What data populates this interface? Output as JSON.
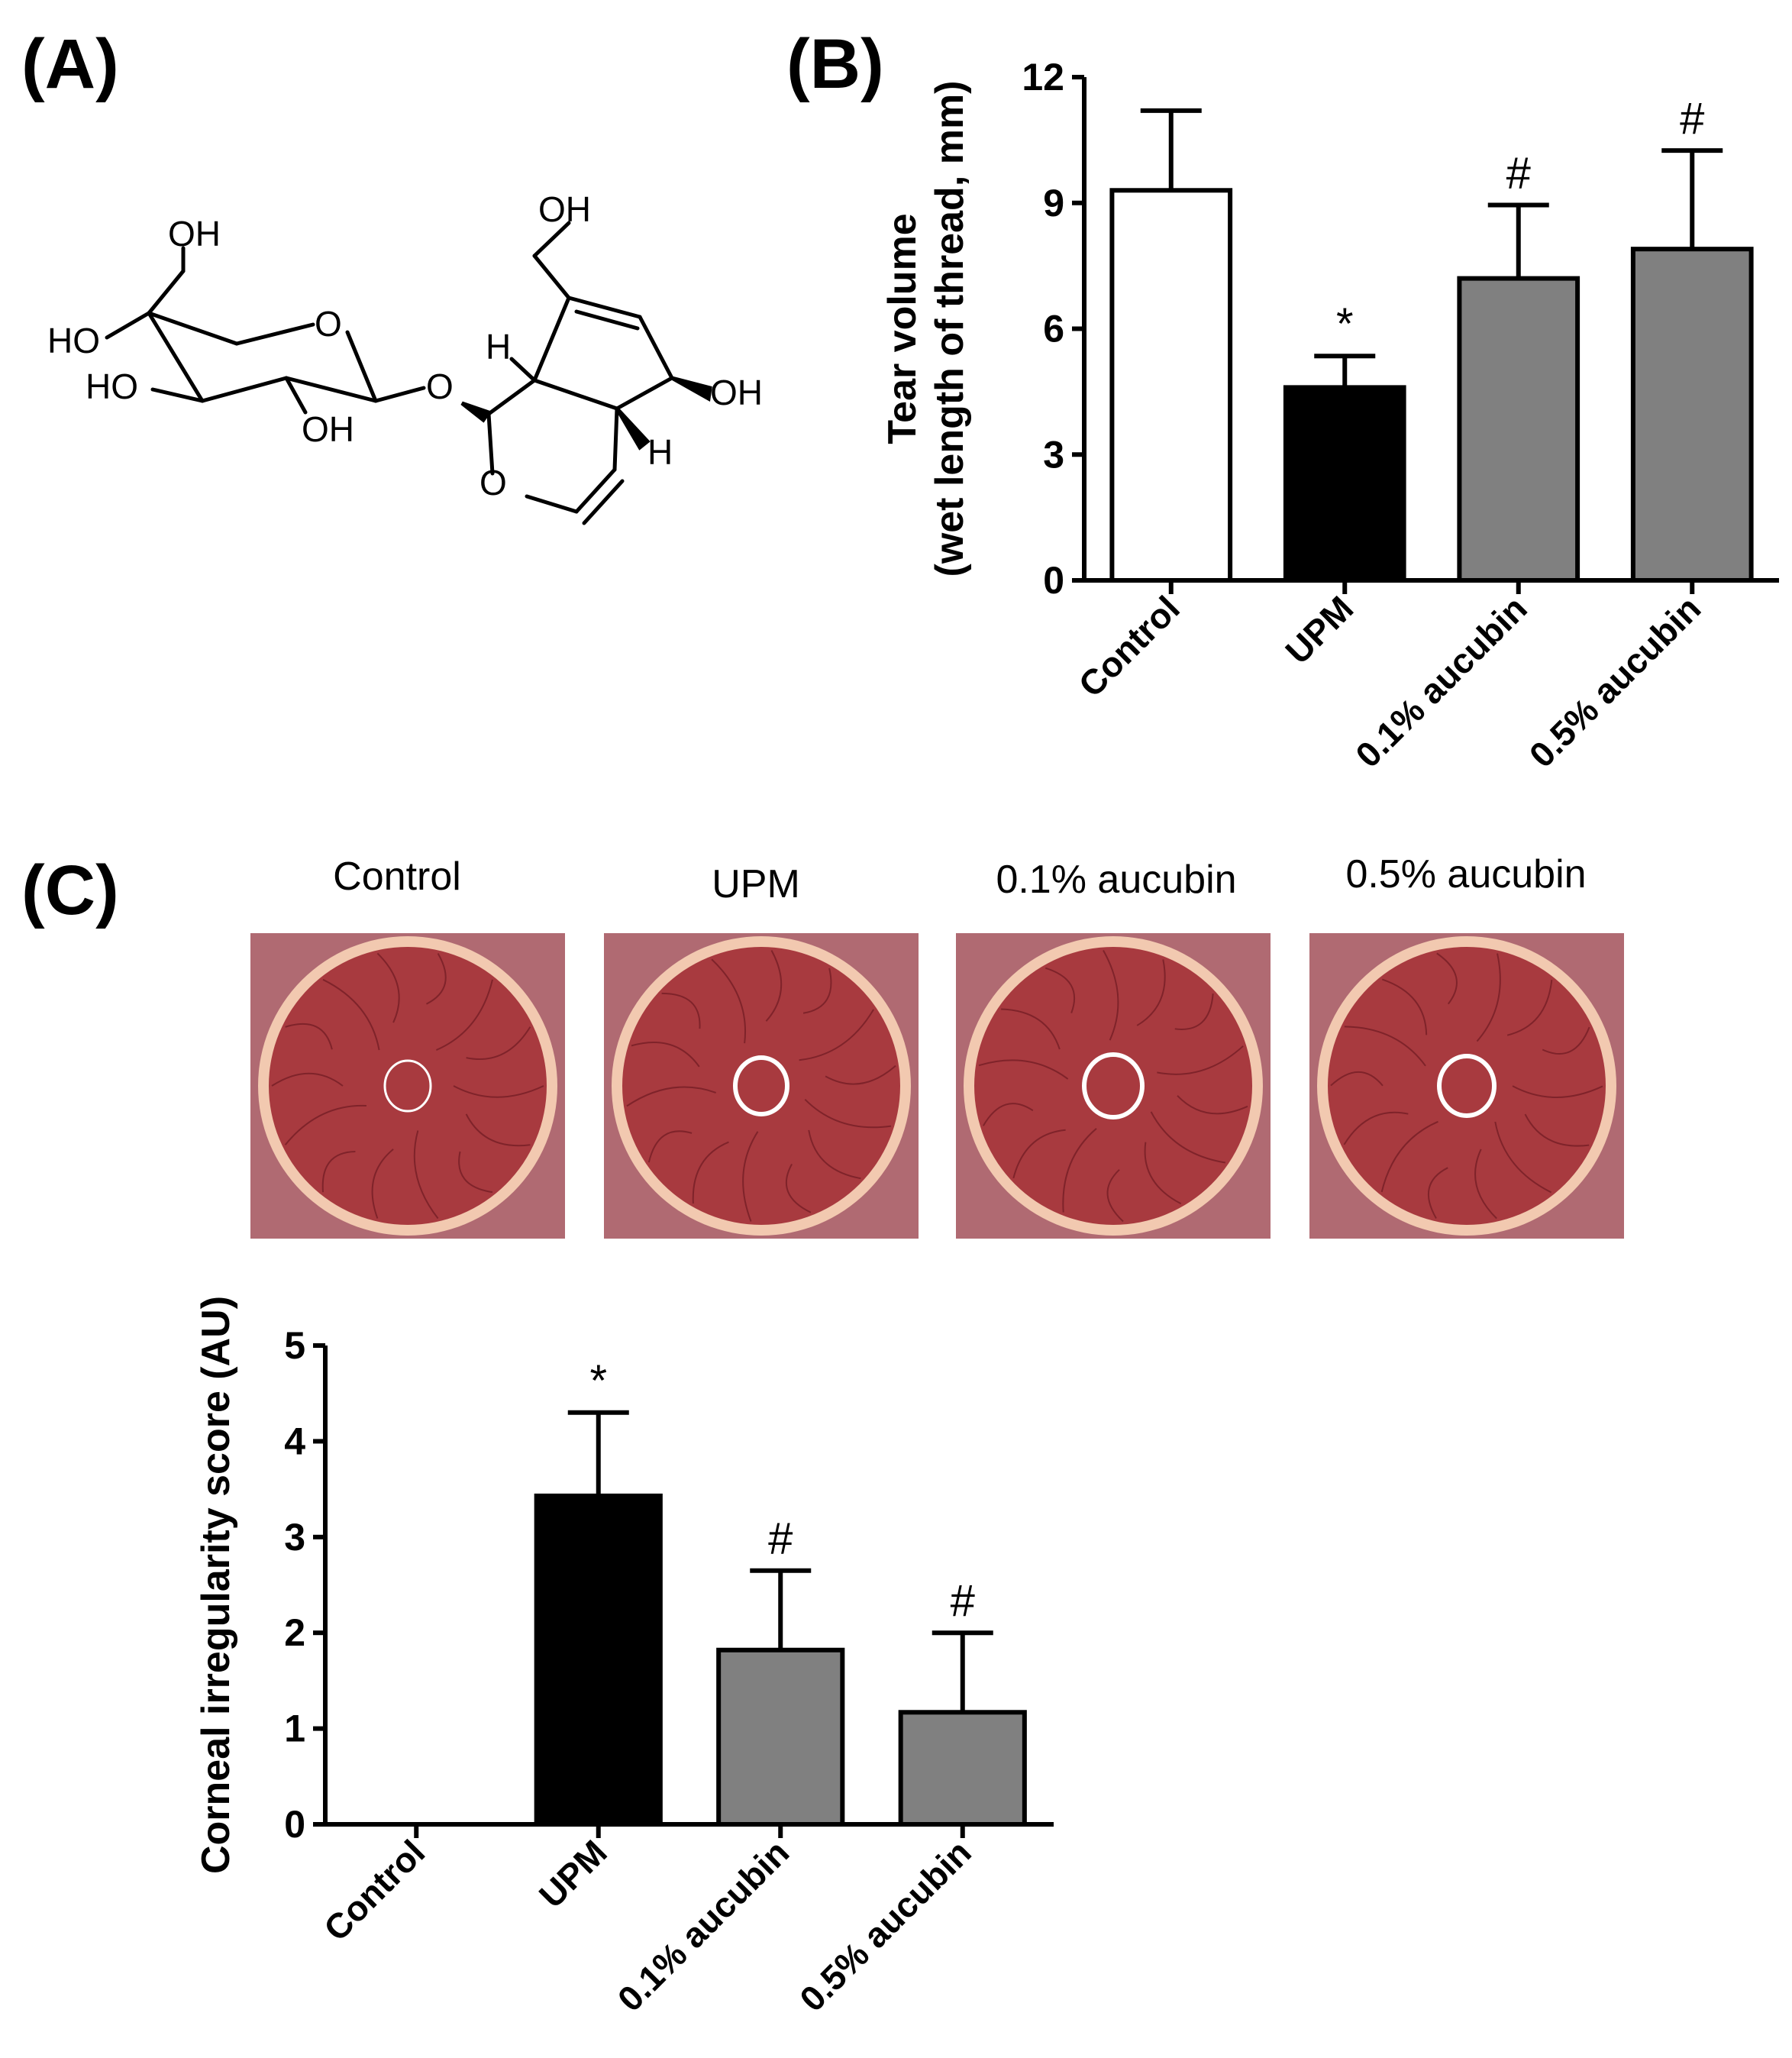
{
  "panels": {
    "a": "(A)",
    "b": "(B)",
    "c": "(C)"
  },
  "molecule": {
    "labels": [
      "OH",
      "OH",
      "O",
      "HO",
      "HO",
      "OH",
      "O",
      "H",
      "OH",
      "H",
      "O"
    ]
  },
  "photos": {
    "captions": [
      "Control",
      "UPM",
      "0.1% aucubin",
      "0.5% aucubin"
    ],
    "colors": {
      "cornea": "#a83a3f",
      "rim": "#f2c9b0",
      "surround": "#d9d6da"
    }
  },
  "chart_data": [
    {
      "type": "bar",
      "panel": "(B)",
      "categories": [
        "Control",
        "UPM",
        "0.1% aucubin",
        "0.5% aucubin"
      ],
      "values": [
        9.3,
        4.6,
        7.2,
        7.9
      ],
      "errors": [
        1.9,
        0.75,
        1.75,
        2.35
      ],
      "significance": [
        "",
        "*",
        "#",
        "#"
      ],
      "bar_colors": [
        "#ffffff",
        "#000000",
        "#808080",
        "#808080"
      ],
      "ylabel": [
        "Tear volume",
        "(wet length of thread, mm)"
      ],
      "ylim": [
        0,
        12
      ],
      "yticks": [
        "0",
        "3",
        "6",
        "9",
        "12"
      ],
      "grid": false
    },
    {
      "type": "bar",
      "panel": "(C)",
      "categories": [
        "Control",
        "UPM",
        "0.1% aucubin",
        "0.5% aucubin"
      ],
      "values": [
        0,
        3.43,
        1.82,
        1.17
      ],
      "errors": [
        0,
        0.87,
        0.83,
        0.83
      ],
      "significance": [
        "",
        "*",
        "#",
        "#"
      ],
      "bar_colors": [
        "#ffffff",
        "#000000",
        "#808080",
        "#808080"
      ],
      "ylabel": [
        "Corneal irregularity score (AU)"
      ],
      "ylim": [
        0,
        5
      ],
      "yticks": [
        "0",
        "1",
        "2",
        "3",
        "4",
        "5"
      ],
      "grid": false
    }
  ]
}
